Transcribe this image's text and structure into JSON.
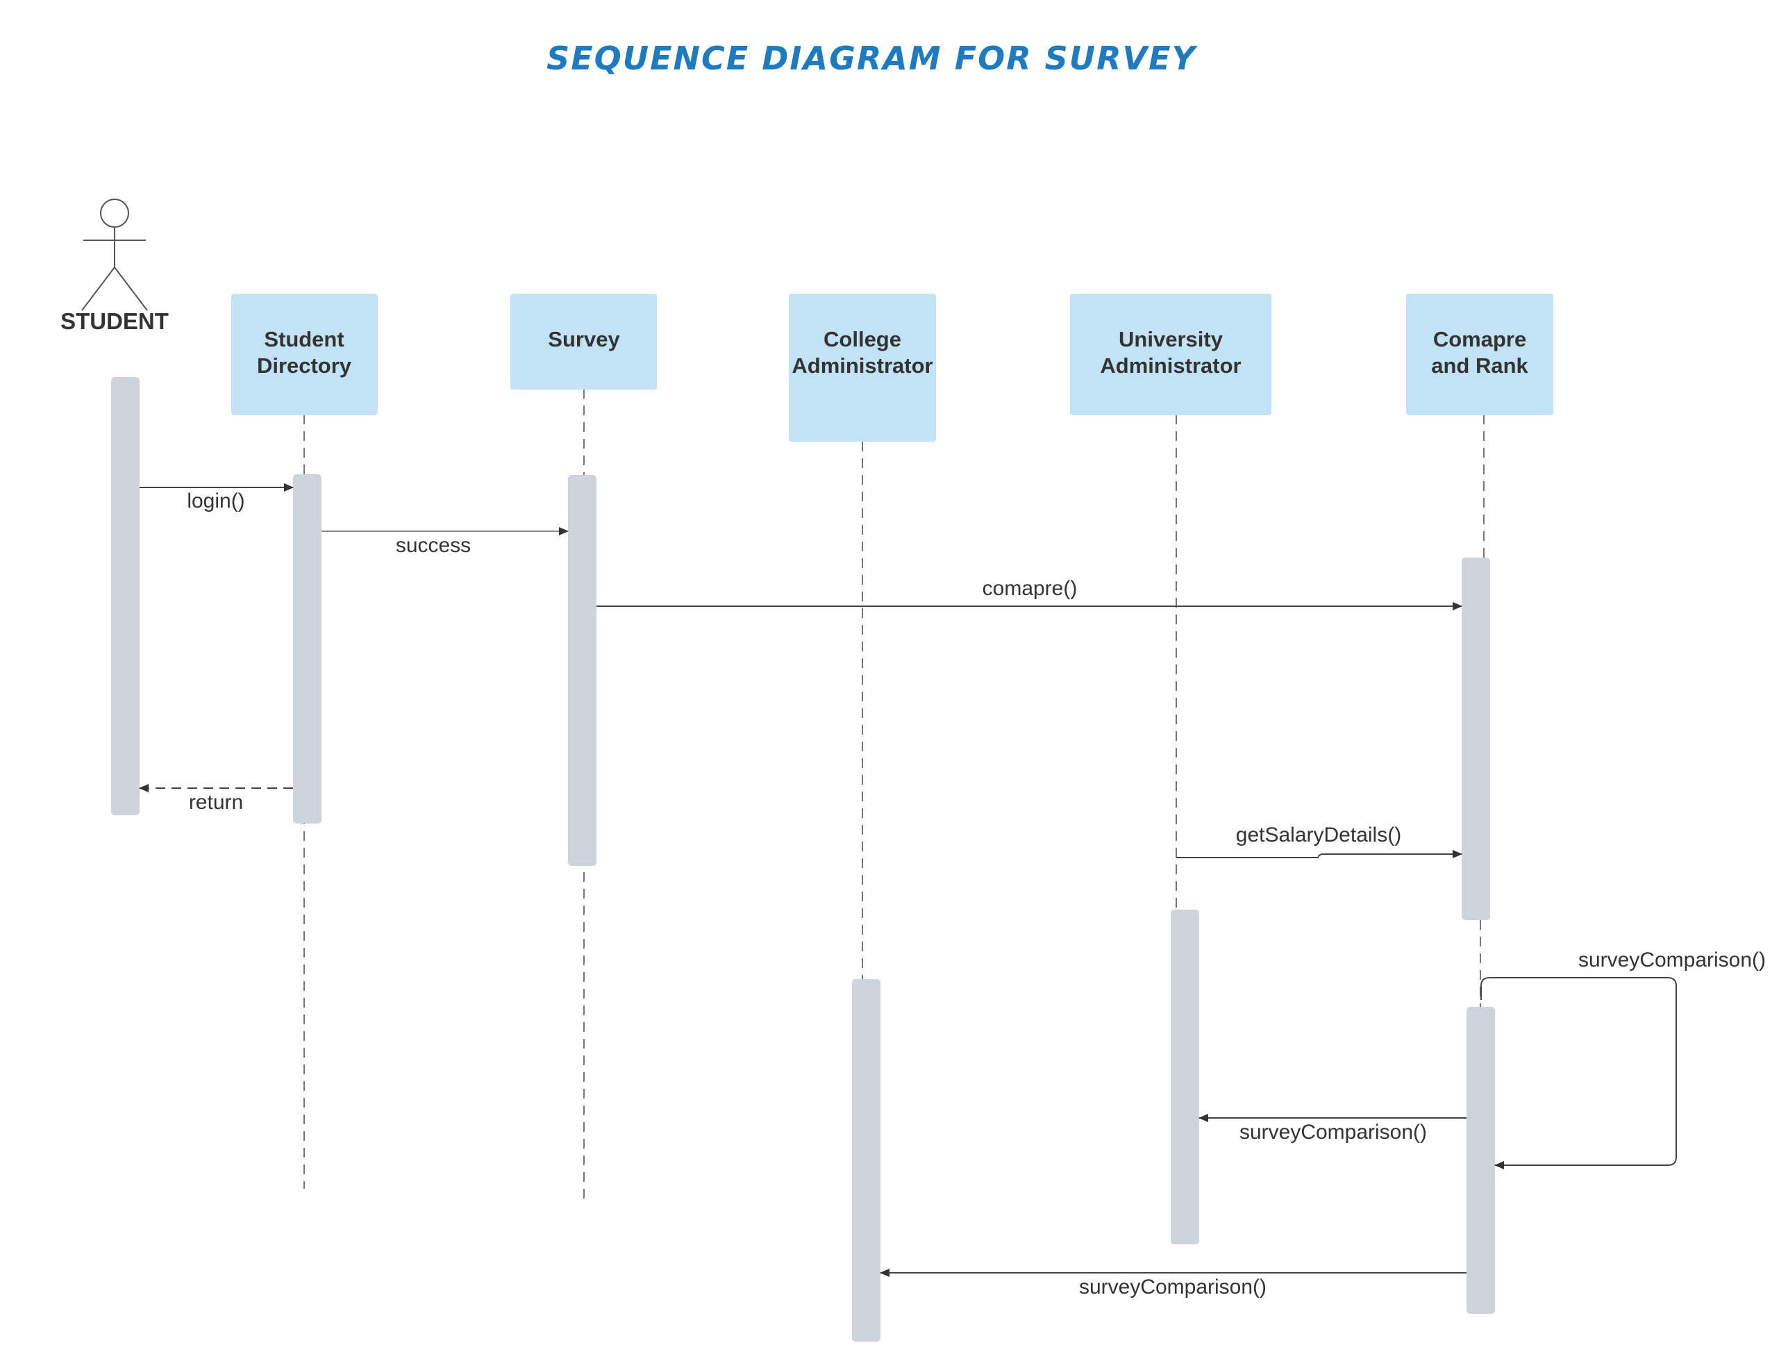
{
  "title": "SEQUENCE DIAGRAM FOR SURVEY",
  "colors": {
    "title": "#1f7bbf",
    "participant_fill": "#c2e3f5",
    "activation_fill": "#cfd4dc",
    "line": "#555555",
    "text": "#333333"
  },
  "actor": {
    "label": "STUDENT",
    "icon": "stick-figure-icon"
  },
  "participants": [
    {
      "id": "student_directory",
      "line1": "Student",
      "line2": "Directory"
    },
    {
      "id": "survey",
      "line1": "Survey",
      "line2": ""
    },
    {
      "id": "college_admin",
      "line1": "College",
      "line2": "Administrator"
    },
    {
      "id": "university_admin",
      "line1": "University",
      "line2": "Administrator"
    },
    {
      "id": "compare_rank",
      "line1": "Comapre",
      "line2": "and Rank"
    }
  ],
  "messages": [
    {
      "id": "login",
      "label": "login()",
      "from": "STUDENT",
      "to": "Student Directory",
      "style": "solid"
    },
    {
      "id": "success",
      "label": "success",
      "from": "Student Directory",
      "to": "Survey",
      "style": "solid"
    },
    {
      "id": "compare",
      "label": "comapre()",
      "from": "Survey",
      "to": "Comapre and Rank",
      "style": "solid"
    },
    {
      "id": "return",
      "label": "return",
      "from": "Student Directory",
      "to": "STUDENT",
      "style": "dashed"
    },
    {
      "id": "get_salary",
      "label": "getSalaryDetails()",
      "from": "University Administrator",
      "to": "Comapre and Rank",
      "style": "solid"
    },
    {
      "id": "self_survey",
      "label": "surveyComparison()",
      "from": "Comapre and Rank",
      "to": "Comapre and Rank",
      "style": "solid"
    },
    {
      "id": "survey_to_univ",
      "label": "surveyComparison()",
      "from": "Comapre and Rank",
      "to": "University Administrator",
      "style": "solid"
    },
    {
      "id": "survey_to_college",
      "label": "surveyComparison()",
      "from": "Comapre and Rank",
      "to": "College Administrator",
      "style": "solid"
    }
  ]
}
